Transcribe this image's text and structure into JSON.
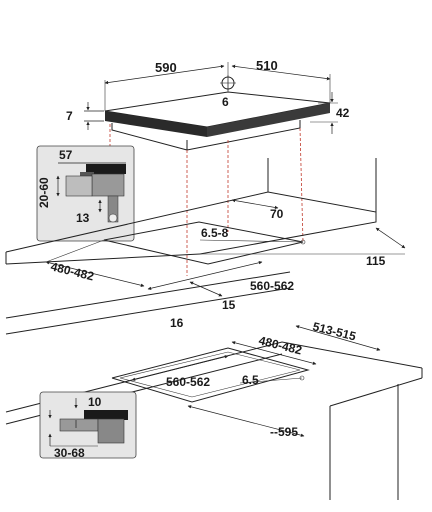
{
  "figure": {
    "hob_width": "590",
    "hob_depth": "510",
    "gas_connection": "6",
    "side_thickness": "7",
    "hob_height": "42",
    "inset_top": "57",
    "inset_left": "20-60",
    "inset_bottom": "13",
    "corner_radius": "6.5-8",
    "rear_gap": "70",
    "front_gap": "115",
    "cutout_depth_upper": "480-482",
    "cutout_width_upper": "560-562",
    "min_side_gap": "15",
    "min_front": "16",
    "worktop_depth": "513-515",
    "cutout_depth_lower": "480-482",
    "cutout_width_lower": "560-562",
    "corner_radius_lower": "6.5",
    "min_cabinet": "--595",
    "inset2_top": "10",
    "inset2_bottom": "30-68"
  },
  "colors": {
    "line": "#222222",
    "dash": "#c0392b",
    "panel": "#e6e6e6",
    "dark": "#1a1a1a"
  }
}
